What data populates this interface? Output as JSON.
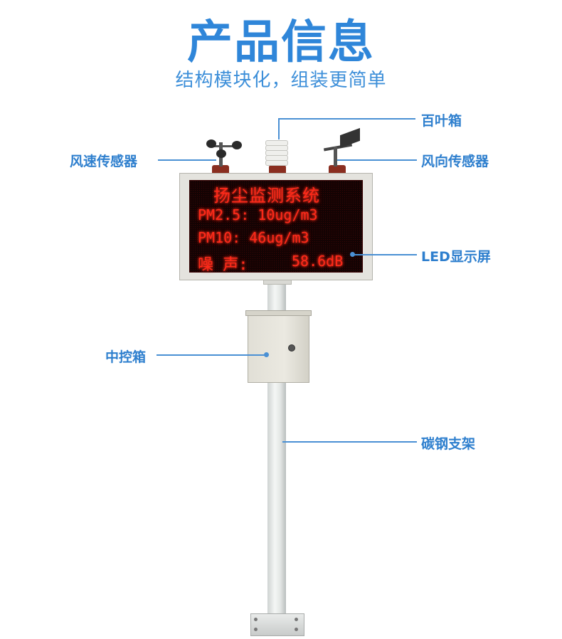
{
  "header": {
    "title": "产品信息",
    "subtitle": "结构模块化，组装更简单"
  },
  "callouts": {
    "louver_box": "百叶箱",
    "wind_speed_sensor": "风速传感器",
    "wind_direction_sensor": "风向传感器",
    "led_display": "LED显示屏",
    "control_box": "中控箱",
    "carbon_steel_bracket": "碳钢支架"
  },
  "display": {
    "line1": "扬尘监测系统",
    "line2": "PM2.5: 10ug/m3",
    "line3": "PM10:  46ug/m3",
    "line4_label": "噪 声:",
    "line4_value": "58.6dB"
  },
  "colors": {
    "accent": "#2f86d9",
    "led": "#ff2a1a"
  }
}
